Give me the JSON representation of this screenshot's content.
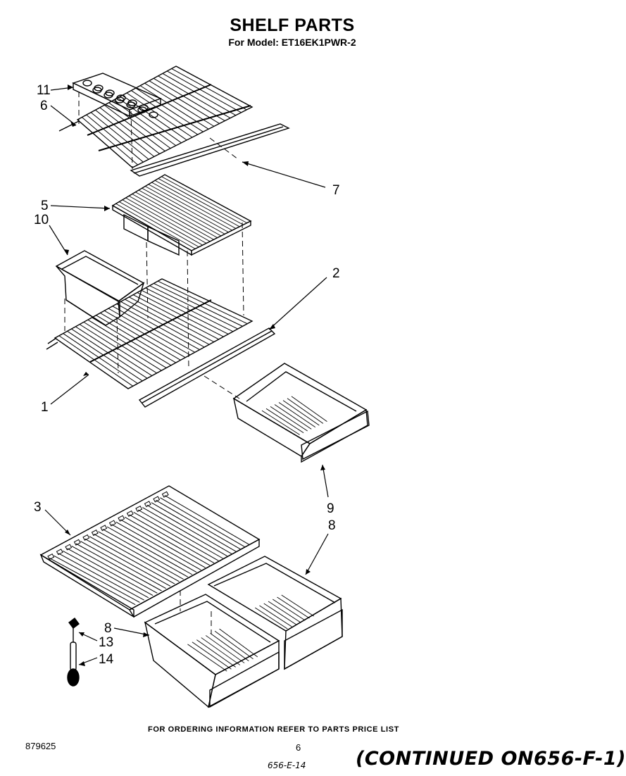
{
  "title": "SHELF PARTS",
  "subtitle": "For Model: ET16EK1PWR-2",
  "callouts": {
    "c11": "11",
    "c6": "6",
    "c7": "7",
    "c5": "5",
    "c10": "10",
    "c2": "2",
    "c1": "1",
    "c9": "9",
    "c8a": "8",
    "c3": "3",
    "c8b": "8",
    "c13": "13",
    "c14": "14"
  },
  "footer_note": "FOR ORDERING INFORMATION REFER TO PARTS PRICE LIST",
  "doc_number": "879625",
  "page_number": "6",
  "handwritten_ref": "656-E-14",
  "continued_note": "(CONTINUED ON656-F-1)"
}
